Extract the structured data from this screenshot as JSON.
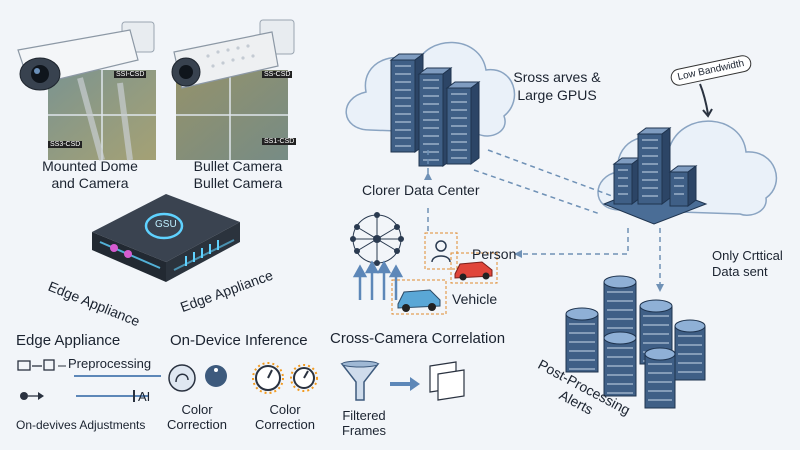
{
  "cameras": {
    "dome_label": "Mounted Dome\nand Camera",
    "bullet_label": "Bullet Camera\nBullet Camera",
    "feed_tag_1": "SSI-CSD",
    "feed_tag_2": "SS-CSD",
    "feed_tag_3": "SS3-CSD",
    "feed_tag_4": "SS1-CSD"
  },
  "edge": {
    "device_text": "GSU",
    "label_left": "Edge Appliance",
    "label_right": "Edge Appliance"
  },
  "cloud": {
    "data_center_label": "Clorer Data Center",
    "servers_label": "Sross arves &\nLarge GPUS",
    "bandwidth_badge": "Low Bandwidth",
    "critical_label": "Only Crttical\nData sent"
  },
  "detection": {
    "person_label": "Person",
    "vehicle_label": "Vehicle",
    "correlation_label": "Cross-Camera Correlation"
  },
  "bottom": {
    "edge_title": "Edge Appliance",
    "preprocessing_label": "Preprocessing",
    "ai_label": "AI",
    "adjustments_label": "On-devives Adjustments",
    "inference_title": "On-Device Inference",
    "color_correction_1": "Color\nCorrection",
    "color_correction_2": "Color\nCorrection",
    "filtered_label": "Filtered\nFrames",
    "alerts_label": "Post-Processing\nAlerts"
  },
  "colors": {
    "accent_blue": "#3d6ea5",
    "server_dark": "#3f5f86",
    "cloud_fill": "#eaf1f9",
    "edge_glow": "#5fd2ff",
    "vehicle_red": "#e0453a",
    "dial_orange": "#f39a1e"
  },
  "icons": [
    "dome-camera-icon",
    "bullet-camera-icon",
    "edge-box-icon",
    "neural-brain-icon",
    "server-rack-icon",
    "cloud-icon",
    "funnel-icon",
    "car-icon",
    "person-icon",
    "dial-icon"
  ]
}
